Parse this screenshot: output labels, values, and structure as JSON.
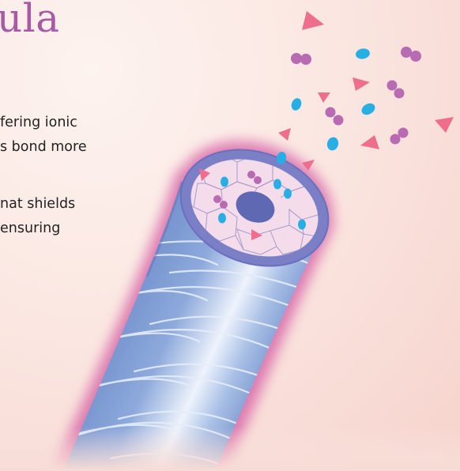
{
  "title": "ula",
  "paragraphs": [
    {
      "lines": [
        "fering ionic",
        "s bond more"
      ]
    },
    {
      "lines": [
        "nat shields",
        "ensuring"
      ]
    }
  ],
  "illustration": {
    "name": "hair strand with particles",
    "colors": {
      "background": "#f9e3de",
      "cuticle": "#7f9fd2",
      "glow": "#d469a9",
      "rim": "#6b6fbd",
      "core": "#5f68b3",
      "particle_cyan": "#27aee4",
      "particle_purple": "#b86ab2",
      "particle_pink": "#ef6d8d"
    }
  }
}
